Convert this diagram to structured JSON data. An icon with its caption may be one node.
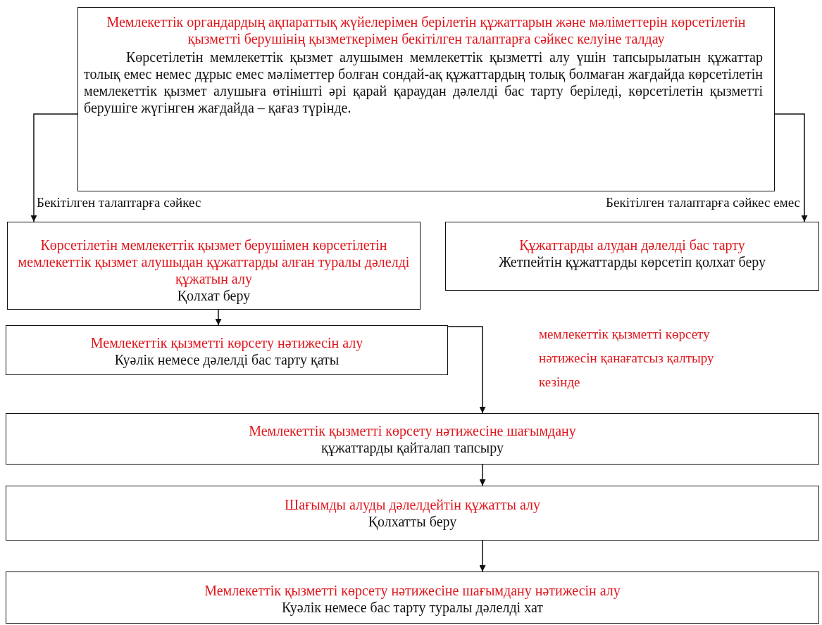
{
  "diagram": {
    "nodes": [
      {
        "text": [
          "Мемлекеттік органдардың ақпараттық жүйелерімен берілетін құжаттарын және мәліметтерін көрсетілетін қызметті берушінің қызметкерімен бекітілген талаптарға сәйкес келуіне талдау",
          "Көрсетілетін мемлекеттік қызмет алушымен мемлекеттік қызметті алу үшін тапсырылатын құжаттар толық емес немес дұрыс емес мәліметтер болған сондай-ақ құжаттардың толық болмаған жағдайда көрсетілетін мемлекеттік қызмет алушыға өтінішті әрі қарай қараудан дәлелді бас тарту беріледі, көрсетілетін қызметті берушіге жүгінген жағдайда – қағаз түрінде."
        ]
      },
      {
        "text": [
          "Көрсетілетін мемлекеттік қызмет берушімен көрсетілетін мемлекеттік қызмет алушыдан құжаттарды алған туралы дәлелді құжатын алу",
          "Қолхат беру"
        ]
      },
      {
        "text": [
          "Құжаттарды алудан дәлелді бас тарту",
          "Жетпейтін құжаттарды көрсетіп қолхат беру"
        ]
      },
      {
        "text": [
          "Мемлекеттік қызметті көрсету нәтижесін алу",
          "Куәлік немесе дәлелді бас тарту қаты"
        ]
      },
      {
        "text": [
          "Мемлекеттік қызметті көрсету нәтижесіне шағымдану",
          "құжаттарды қайталап тапсыру"
        ]
      },
      {
        "text": [
          "Шағымды алуды дәлелдейтін құжатты алу",
          "Қолхатты беру"
        ]
      },
      {
        "text": [
          "Мемлекеттік қызметті көрсету нәтижесіне шағымдану нәтижесін алу",
          "Куәлік немесе бас тарту туралы дәлелді хат"
        ]
      }
    ],
    "edges": [
      {
        "from": 0,
        "to": 1,
        "arrow": "to",
        "label": "Бекітілген талаптарға сәйкес"
      },
      {
        "from": 0,
        "to": 2,
        "arrow": "to",
        "label": "Бекітілген талаптарға сәйкес емес"
      },
      {
        "from": 1,
        "to": 3,
        "arrow": "to"
      },
      {
        "from": 3,
        "to": 4,
        "arrow": "to",
        "label": "мемлекеттік қызметті көрсету нәтижесін қанағатсыз қалтыру кезінде"
      },
      {
        "from": 4,
        "to": 5,
        "arrow": "to"
      },
      {
        "from": 5,
        "to": 6,
        "arrow": "to"
      }
    ]
  }
}
